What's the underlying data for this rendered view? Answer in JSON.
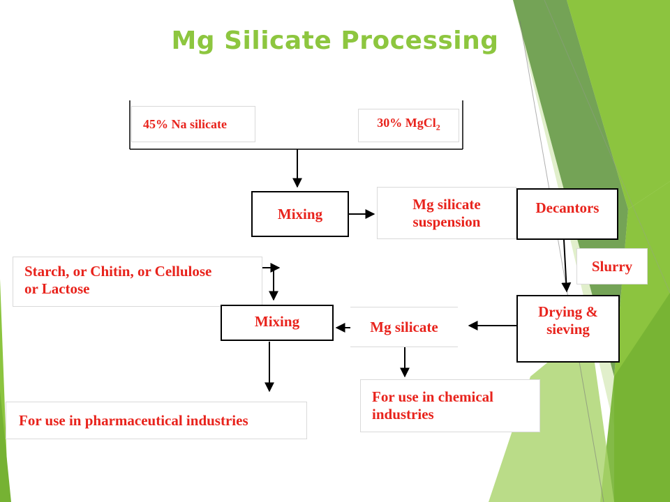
{
  "slide": {
    "title": "Mg Silicate Processing",
    "colors": {
      "title": "#8dc63f",
      "box_text": "#e8231c",
      "accent_light": "#8dc63f",
      "accent_dark": "#5a8f2e"
    }
  },
  "diagram": {
    "na_silicate": "45% Na silicate",
    "mgcl2": "30% MgCl",
    "mgcl2_subscript": "2",
    "mixing_1": "Mixing",
    "suspension_line1": "Mg silicate",
    "suspension_line2": "suspension",
    "decantors": "Decantors",
    "slurry": "Slurry",
    "additives_line1": "Starch, or Chitin, or Cellulose",
    "additives_line2": "or Lactose",
    "mixing_2": "Mixing",
    "mg_silicate": "Mg silicate",
    "drying_line1": "Drying &",
    "drying_line2": "sieving",
    "pharma": "For use in pharmaceutical industries",
    "chemical_line1": "For use in chemical",
    "chemical_line2": "industries"
  }
}
